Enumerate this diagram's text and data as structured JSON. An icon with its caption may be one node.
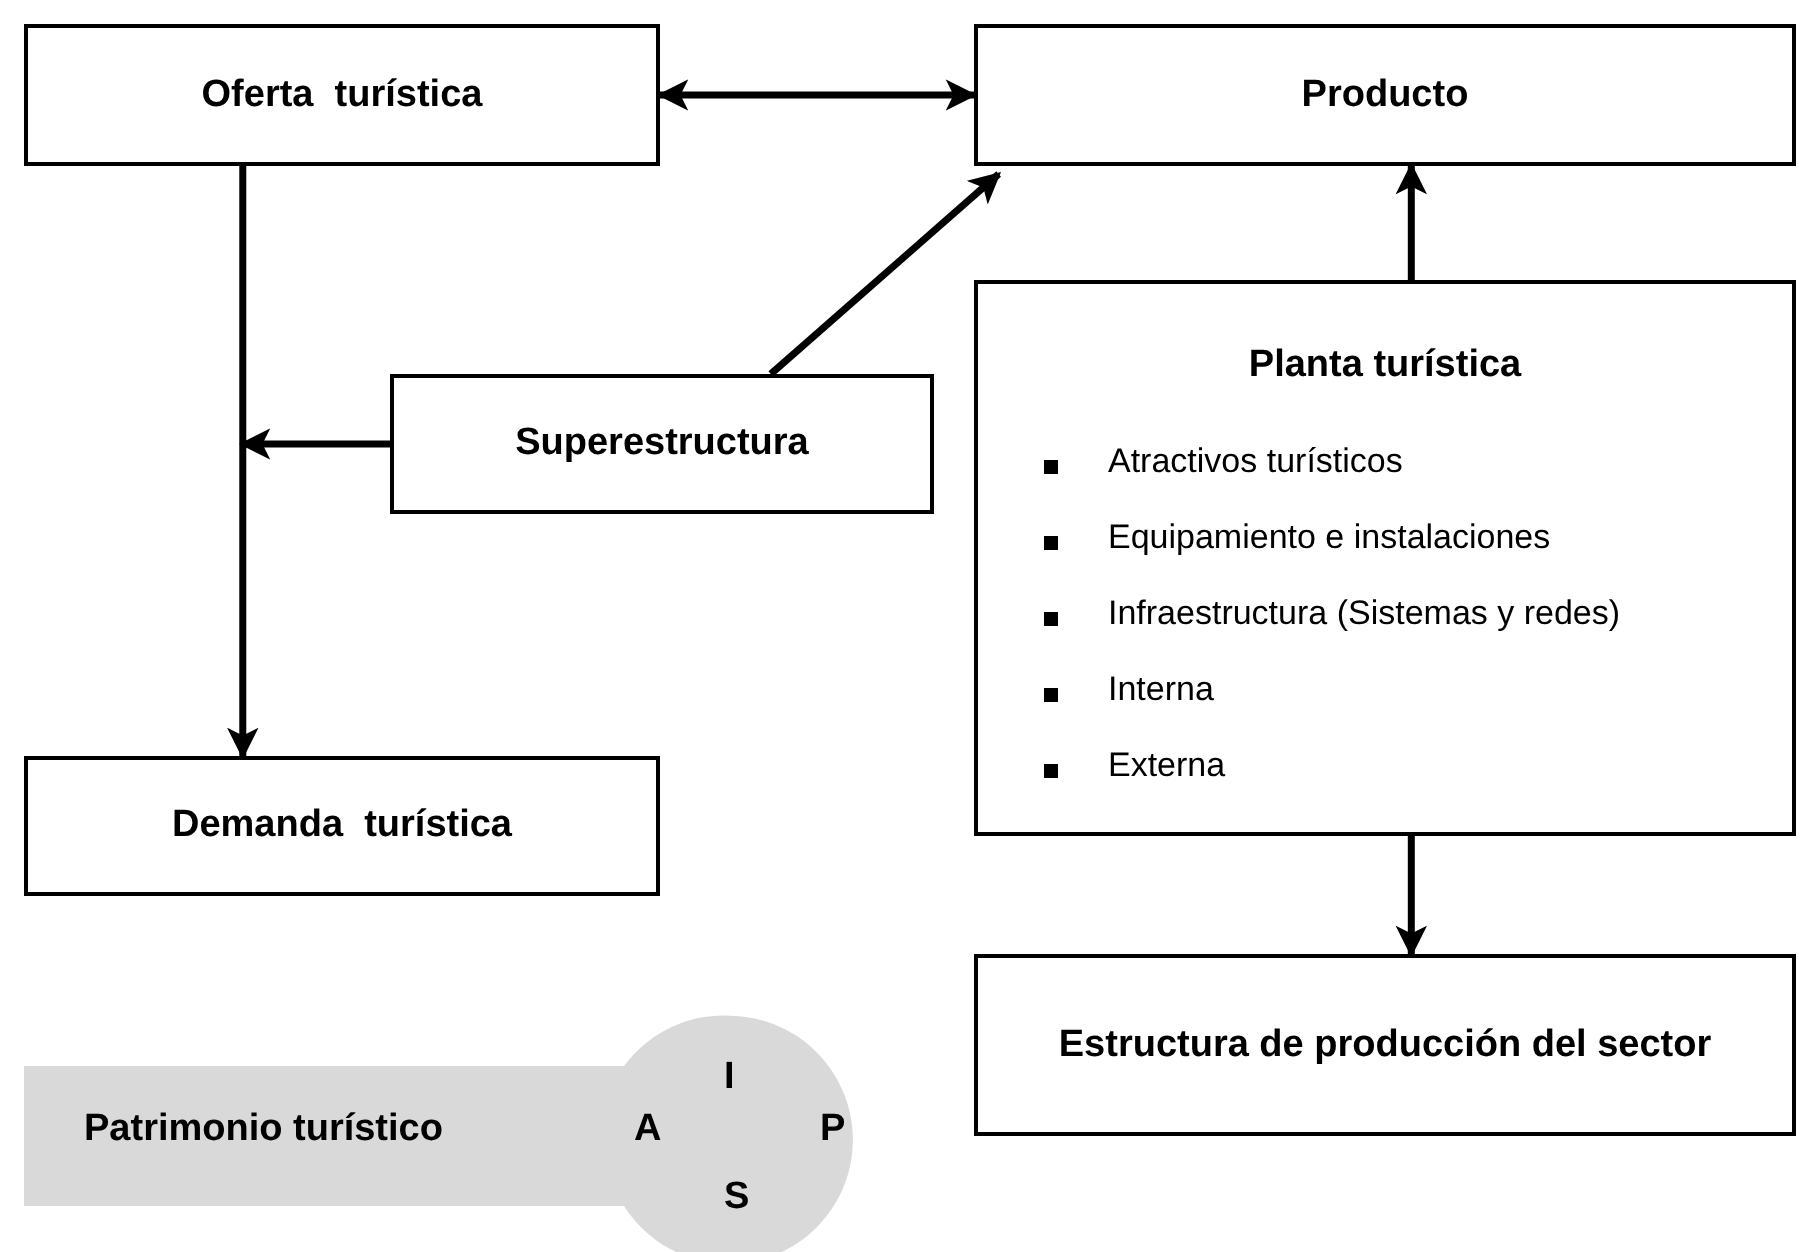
{
  "diagram": {
    "nodes": [
      {
        "text": [
          "Oferta  turística"
        ]
      },
      {
        "text": [
          "Producto"
        ]
      },
      {
        "text": [
          "Superestructura"
        ]
      },
      {
        "text": [
          "Planta turística",
          "Atractivos turísticos",
          "Equipamiento e instalaciones",
          "Infraestructura (Sistemas y redes)",
          "Interna",
          "Externa"
        ]
      },
      {
        "text": [
          "Demanda  turística"
        ]
      },
      {
        "text": [
          "Estructura de producción del sector"
        ]
      },
      {
        "text": [
          "Patrimonio  turístico",
          "I",
          "A",
          "P",
          "S"
        ]
      }
    ],
    "edges": [
      {
        "from": 0,
        "to": 1,
        "arrow": "both"
      },
      {
        "from": 0,
        "to": 4,
        "arrow": "to"
      },
      {
        "from": 2,
        "to": null,
        "arrow": "to"
      },
      {
        "from": 2,
        "to": 1,
        "arrow": "to"
      },
      {
        "from": 3,
        "to": 1,
        "arrow": "to"
      },
      {
        "from": 3,
        "to": 5,
        "arrow": "to"
      }
    ]
  }
}
